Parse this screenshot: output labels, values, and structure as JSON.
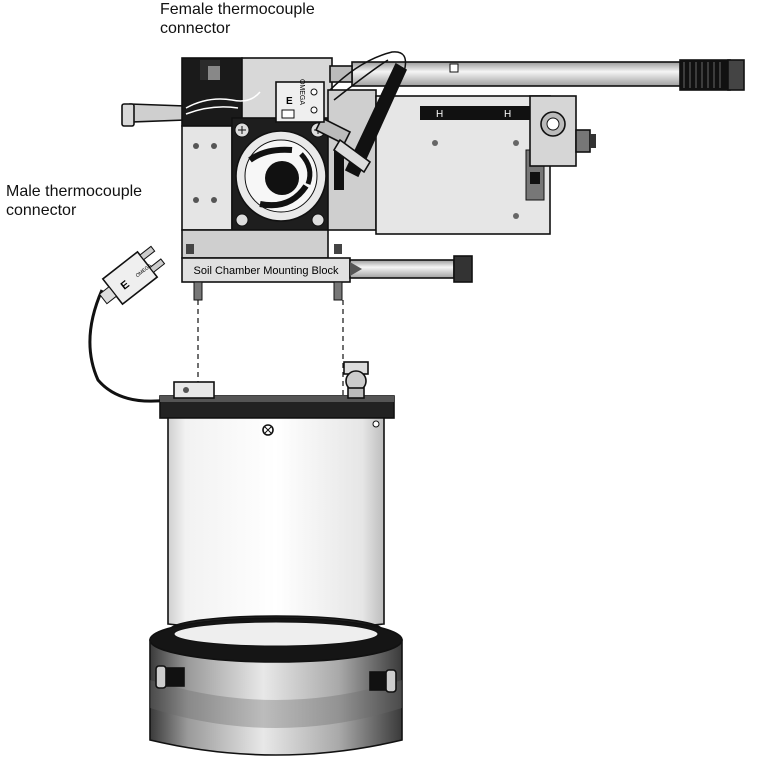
{
  "labels": {
    "female_connector": [
      "Female thermocouple",
      "connector"
    ],
    "male_connector": [
      "Male thermocouple",
      "connector"
    ],
    "mounting_block": "Soil Chamber Mounting Block",
    "female_brand": "OMEGA",
    "female_type": "E",
    "male_type": "E",
    "male_brand": "OMEGA"
  }
}
